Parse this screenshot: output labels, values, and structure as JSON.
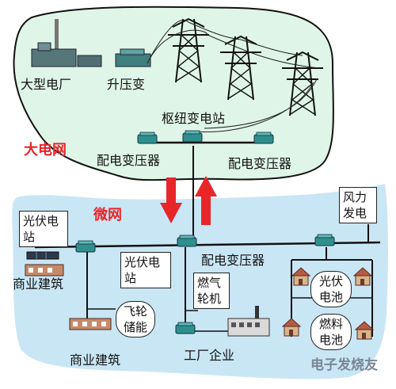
{
  "big_grid": {
    "section_label": "大电网",
    "power_plant": "大型电厂",
    "step_up": "升压变",
    "hub_substation": "枢纽变电站",
    "dist_transformer_left": "配电变压器",
    "dist_transformer_right": "配电变压器"
  },
  "microgrid": {
    "section_label": "微网",
    "pv_station_left": [
      "光伏电",
      "站"
    ],
    "commercial_building_1": "商业建筑",
    "pv_station_center": [
      "光伏电",
      "站"
    ],
    "dist_transformer": "配电变压器",
    "gas_turbine": [
      "燃气",
      "轮机"
    ],
    "wind_power": [
      "风力",
      "发电"
    ],
    "pv_battery": [
      "光伏",
      "电池"
    ],
    "fuel_cell": [
      "燃料",
      "电池"
    ],
    "flywheel_storage": [
      "飞轮",
      "储能"
    ],
    "commercial_building_2": "商业建筑",
    "factory": "工厂企业"
  },
  "watermark": "电子发烧友",
  "colors": {
    "big_grid_fill": "#dff5e8",
    "microgrid_fill": "#c9e6f5",
    "arrow_red": "#e8262a",
    "transformer_teal": "#2f8f8c"
  }
}
